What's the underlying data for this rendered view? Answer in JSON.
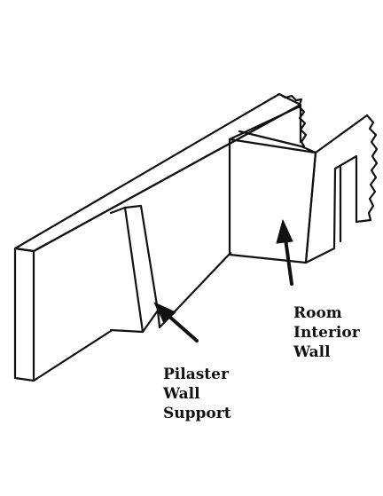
{
  "labels": {
    "room_interior_wall": [
      "Room",
      "Interior",
      "Wall"
    ],
    "pilaster_wall_support": [
      "Pilaster",
      "Wall",
      "Support"
    ]
  },
  "colors": {
    "stroke": "#111111",
    "background": "#ffffff"
  },
  "icons": [
    "arrow-to-pilaster-icon",
    "arrow-to-room-wall-icon"
  ]
}
